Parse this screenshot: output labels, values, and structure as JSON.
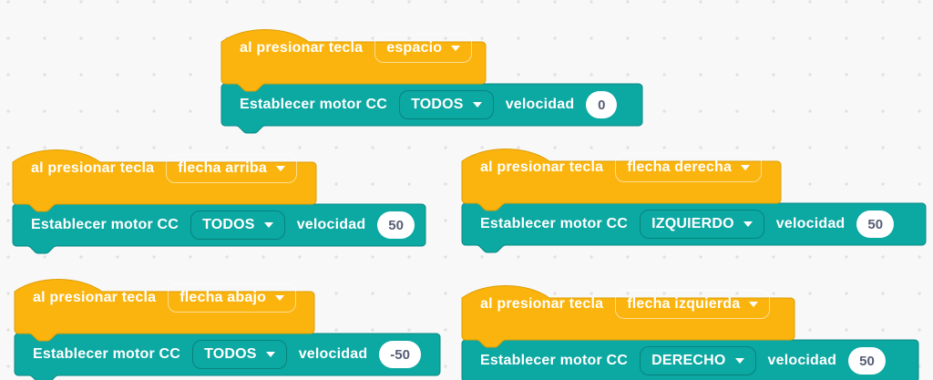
{
  "workspace": {
    "background": "#f8f8f8",
    "dot_color": "#e1e1e1"
  },
  "colors": {
    "event_fill": "#fbb40d",
    "event_stroke": "#dd9e05",
    "motor_fill": "#0ca8a2",
    "motor_stroke": "#0a8a85",
    "value_text": "#575e75"
  },
  "labels": {
    "hat": "al presionar tecla",
    "motor": "Establecer motor CC",
    "speed": "velocidad"
  },
  "stacks": [
    {
      "key": "espacio",
      "motor": "TODOS",
      "speed": "0"
    },
    {
      "key": "flecha arriba",
      "motor": "TODOS",
      "speed": "50"
    },
    {
      "key": "flecha derecha",
      "motor": "IZQUIERDO",
      "speed": "50"
    },
    {
      "key": "flecha abajo",
      "motor": "TODOS",
      "speed": "-50"
    },
    {
      "key": "flecha izquierda",
      "motor": "DERECHO",
      "speed": "50"
    }
  ]
}
